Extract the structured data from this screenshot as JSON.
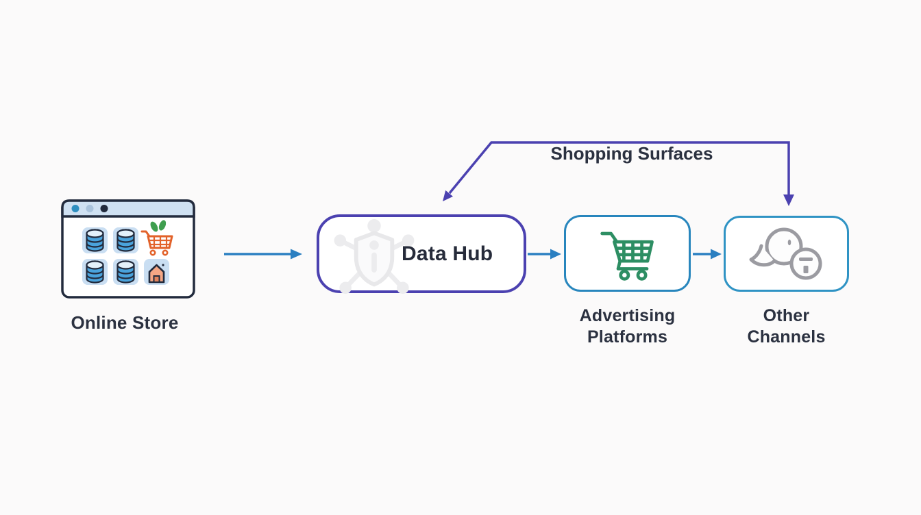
{
  "diagram": {
    "nodes": {
      "online_store": {
        "label": "Online Store",
        "icon": "browser-store-icon"
      },
      "data_hub": {
        "label": "Data Hub",
        "icon": "hub-shield-watermark-icon"
      },
      "advertising_platforms": {
        "label": "Advertising Platforms",
        "icon": "shopping-cart-icon"
      },
      "other_channels": {
        "label": "Other Channels",
        "icon": "bird-shop-badge-icon"
      }
    },
    "connectors": {
      "flow_store_to_hub": {
        "from": "online_store",
        "to": "data_hub",
        "style": "blue-arrow"
      },
      "flow_hub_to_ads": {
        "from": "data_hub",
        "to": "advertising_platforms",
        "style": "blue-arrow"
      },
      "flow_ads_to_other": {
        "from": "advertising_platforms",
        "to": "other_channels",
        "style": "blue-arrow"
      },
      "shopping_surfaces": {
        "label": "Shopping Surfaces",
        "from": "data_hub",
        "to": "other_channels",
        "style": "purple-elbow-arrows-both-ends"
      }
    },
    "colors": {
      "background": "#fbfafa",
      "purple_connector": "#4b41b0",
      "blue_arrow": "#2b7fc1",
      "ads_box_border": "#2886bd",
      "other_box_border": "#2f93c4",
      "cart_green": "#2d8e63",
      "channel_icon_gray": "#9b9ba1",
      "store_outline_navy": "#222b3d",
      "store_cart_orange": "#e2622a",
      "text_dark": "#2b3140"
    }
  }
}
